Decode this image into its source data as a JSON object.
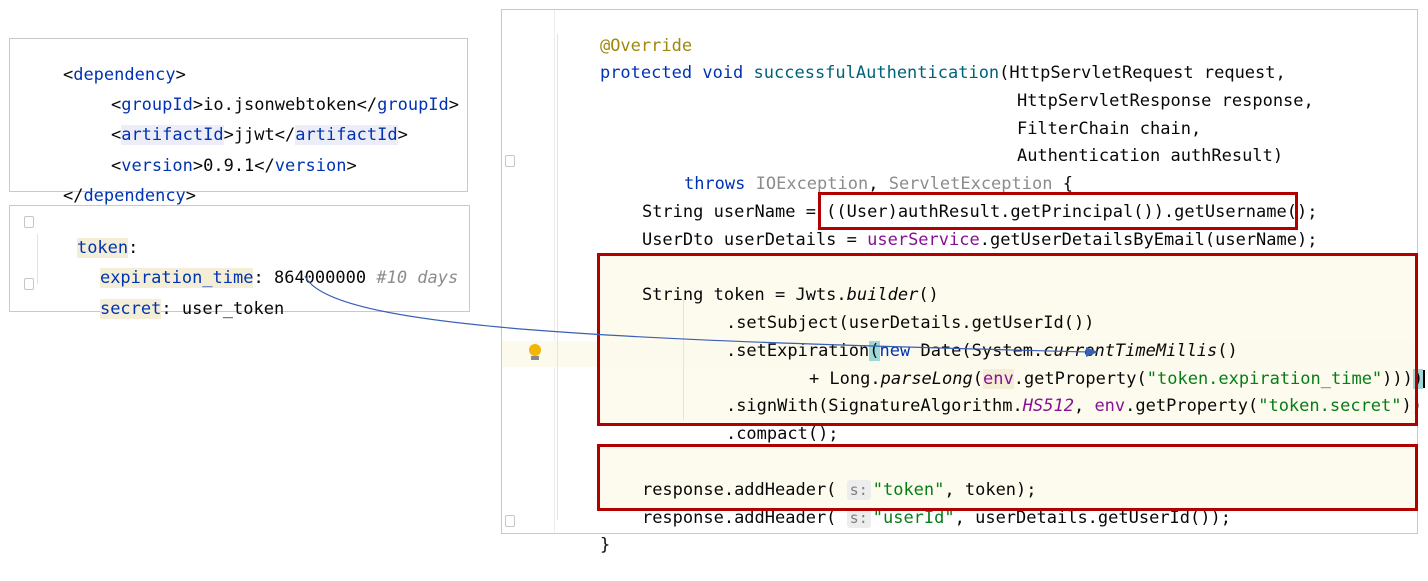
{
  "xml_panel": {
    "lines": [
      {
        "open": "<",
        "tag": "dependency",
        "close": ">"
      },
      {
        "open": "<",
        "tag": "groupId",
        "mid": ">",
        "value": "io.jsonwebtoken",
        "end_open": "</",
        "end_tag": "groupId",
        "end_close": ">"
      },
      {
        "open": "<",
        "tag": "artifactId",
        "mid": ">",
        "value": "jjwt",
        "end_open": "</",
        "end_tag": "artifactId",
        "end_close": ">"
      },
      {
        "open": "<",
        "tag": "version",
        "mid": ">",
        "value": "0.9.1",
        "end_open": "</",
        "end_tag": "version",
        "end_close": ">"
      },
      {
        "open": "</",
        "tag": "dependency",
        "close": ">"
      }
    ]
  },
  "yaml_panel": {
    "root_key": "token",
    "colon": ":",
    "expiration_key": "expiration_time",
    "expiration_sep": ": ",
    "expiration_value": "864000000",
    "expiration_comment": "#10 days",
    "secret_key": "secret",
    "secret_sep": ": ",
    "secret_value": "user_token"
  },
  "java_panel": {
    "annotation": "@Override",
    "sig": {
      "kw_protected": "protected",
      "kw_void": "void",
      "method": "successfulAuthentication",
      "p1": "(HttpServletRequest request,",
      "p2": "HttpServletResponse response,",
      "p3": "FilterChain chain,",
      "p4": "Authentication authResult)",
      "kw_throws": "throws",
      "exc1": "IOException",
      "comma": ", ",
      "exc2": "ServletException",
      "brace": " {"
    },
    "username_line": "String userName = ((User)authResult.getPrincipal()).getUsername();",
    "userdto": {
      "prefix": "UserDto userDetails = ",
      "field": "userService",
      "rest": ".getUserDetailsByEmail(userName);"
    },
    "token": {
      "l1_a": "String token = Jwts.",
      "l1_b": "builder",
      "l1_c": "()",
      "l2": ".setSubject(userDetails.getUserId())",
      "l3_a": ".setExpiration",
      "l3_paren": "(",
      "l3_kw": "new",
      "l3_b": " Date(System.",
      "l3_c": "currentTimeMillis",
      "l3_d": "()",
      "l4_a": "+ Long.",
      "l4_b": "parseLong",
      "l4_c": "(",
      "l4_env": "env",
      "l4_d": ".getProperty(",
      "l4_str": "\"token.expiration_time\"",
      "l4_e": "))",
      "l4_f": ")",
      "l4_g": ")",
      "l5_a": ".signWith(SignatureAlgorithm.",
      "l5_const": "HS512",
      "l5_b": ", ",
      "l5_env": "env",
      "l5_c": ".getProperty(",
      "l5_str": "\"token.secret\"",
      "l5_d": "))",
      "l6": ".compact();"
    },
    "headers": {
      "h1_a": "response.addHeader(",
      "h1_hint": "s:",
      "h1_str": "\"token\"",
      "h1_b": ", token);",
      "h2_a": "response.addHeader(",
      "h2_hint": "s:",
      "h2_str": "\"userId\"",
      "h2_b": ", userDetails.getUserId());"
    },
    "close_brace": "}"
  },
  "colors": {
    "highlight_box": "#b00000",
    "keyword": "#0033b3",
    "string": "#067d17",
    "arrow": "#3b5fb5"
  }
}
